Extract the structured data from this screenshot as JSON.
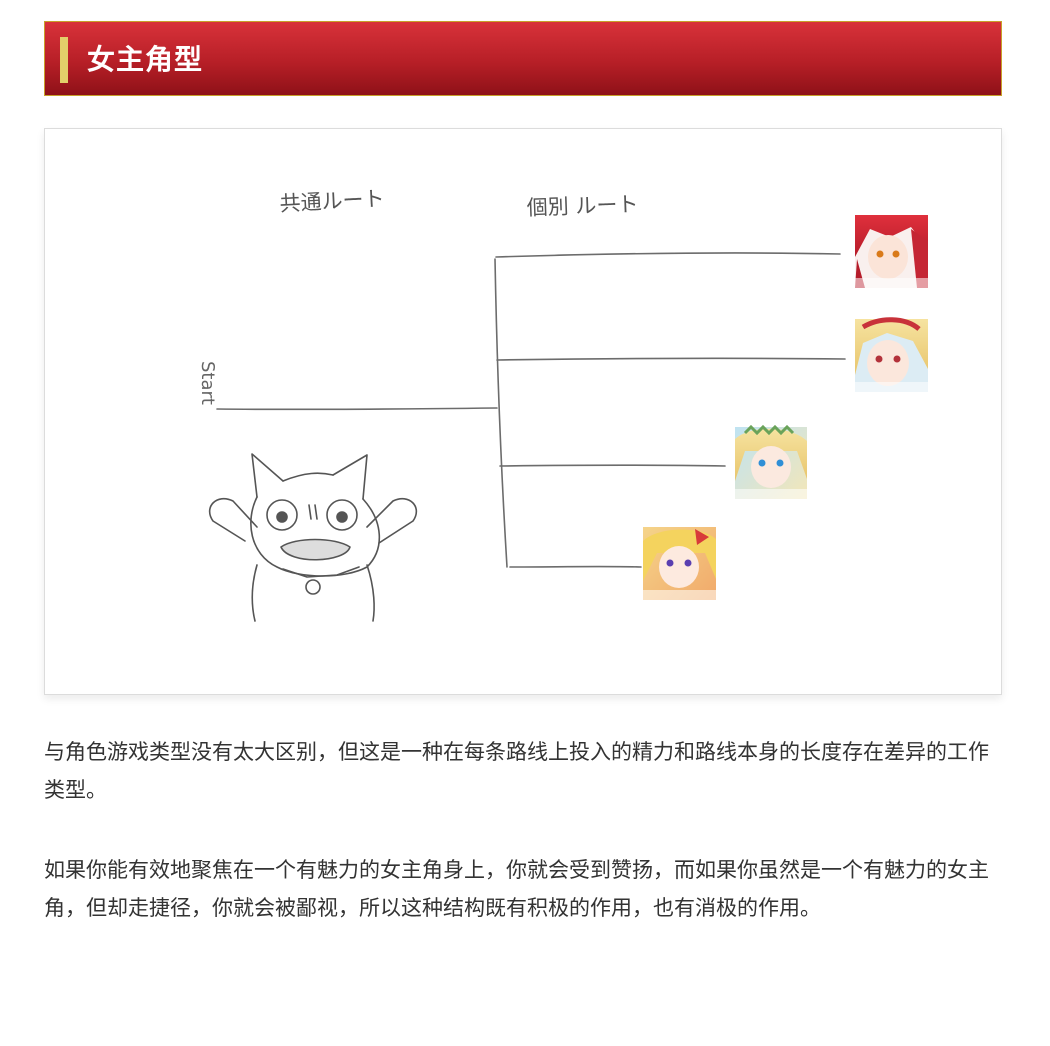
{
  "section": {
    "title": "女主角型"
  },
  "figure": {
    "label_common_route": "共通ルート",
    "label_individual_route": "個別 ルート",
    "label_start": "Start"
  },
  "article": {
    "paragraph_1": "与角色游戏类型没有太大区别，但这是一种在每条路线上投入的精力和路线本身的长度存在差异的工作类型。",
    "paragraph_2": "如果你能有效地聚焦在一个有魅力的女主角身上，你就会受到赞扬，而如果你虽然是一个有魅力的女主角，但却走捷径，你就会被鄙视，所以这种结构既有积极的作用，也有消极的作用。"
  }
}
